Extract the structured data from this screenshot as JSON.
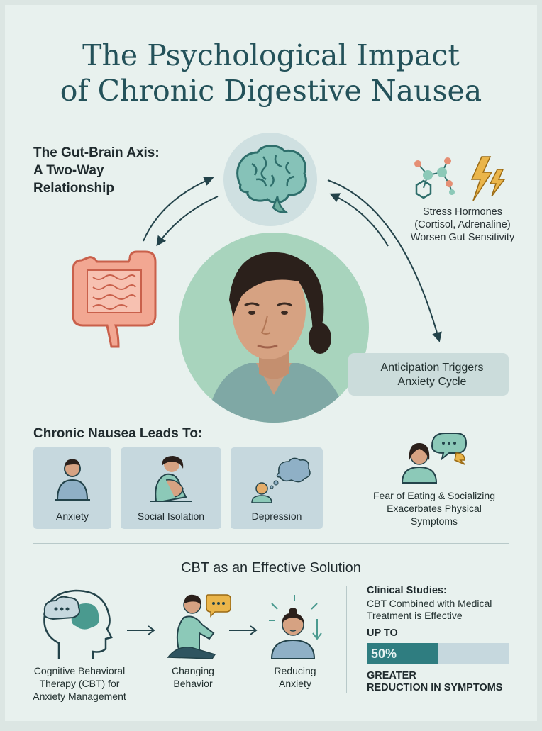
{
  "title": {
    "line1": "The Psychological Impact",
    "line2": "of Chronic Digestive Nausea"
  },
  "gut_brain": {
    "heading_line1": "The Gut-Brain Axis:",
    "heading_line2": "A Two-Way",
    "heading_line3": "Relationship",
    "stress_line1": "Stress Hormones",
    "stress_line2": "(Cortisol, Adrenaline)",
    "stress_line3": "Worsen Gut Sensitivity",
    "anticipation_line1": "Anticipation Triggers",
    "anticipation_line2": "Anxiety Cycle"
  },
  "leads_to": {
    "heading": "Chronic Nausea Leads To:",
    "cards": [
      "Anxiety",
      "Social Isolation",
      "Depression"
    ],
    "fear_line1": "Fear of Eating & Socializing",
    "fear_line2": "Exacerbates Physical",
    "fear_line3": "Symptoms"
  },
  "cbt": {
    "heading": "CBT as an Effective Solution",
    "step1_line1": "Cognitive Behavioral",
    "step1_line2": "Therapy (CBT) for",
    "step1_line3": "Anxiety Management",
    "step2_line1": "Changing",
    "step2_line2": "Behavior",
    "step3_line1": "Reducing",
    "step3_line2": "Anxiety"
  },
  "clinical": {
    "heading": "Clinical Studies:",
    "sub_line1": "CBT Combined with Medical",
    "sub_line2": "Treatment is Effective",
    "up_to": "UP TO",
    "percent_label": "50%",
    "percent_value": 50,
    "greater_line1": "GREATER",
    "greater_line2": "REDUCTION IN SYMPTOMS"
  },
  "colors": {
    "title": "#24525a",
    "accent": "#2f7d80",
    "background": "#e8f1ee",
    "card": "#c6d8de"
  }
}
